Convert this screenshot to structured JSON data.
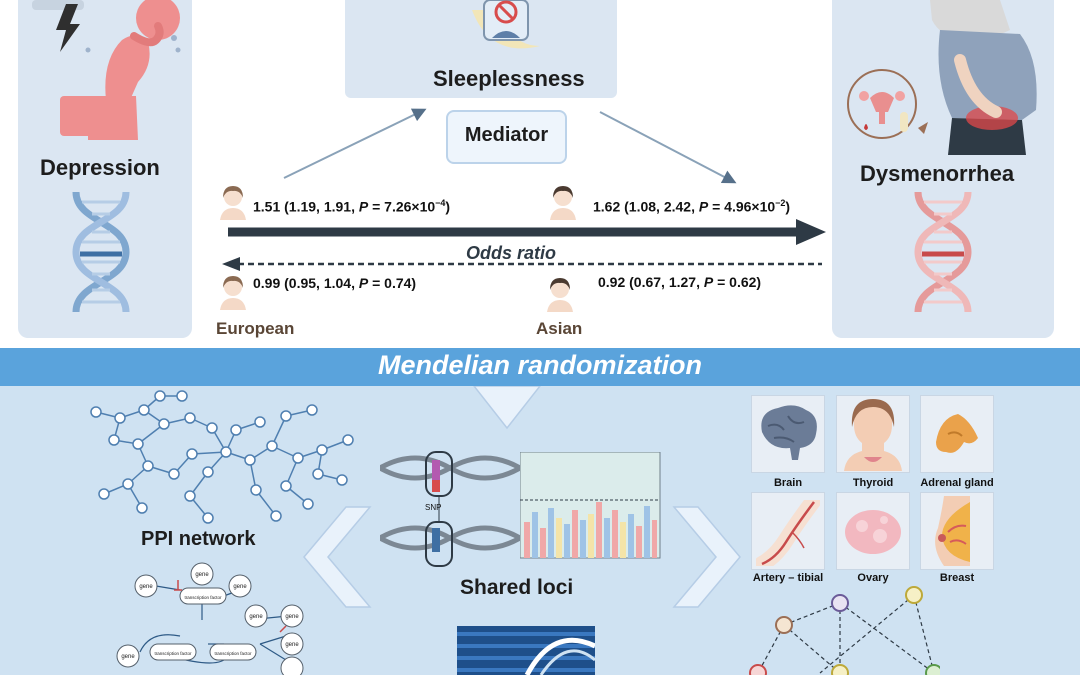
{
  "top": {
    "exposure_label": "Depression",
    "outcome_label": "Dysmenorrhea",
    "mediator_node_label": "Sleeplessness",
    "mediator_tag": "Mediator",
    "odds_ratio_label": "Odds ratio",
    "forward": {
      "european": {
        "prefix": "1.51 (1.19, 1.91, ",
        "p_letter": "P",
        "suffix": " = 7.26×10",
        "exp": "−4",
        "close": ")"
      },
      "asian": {
        "prefix": "1.62 (1.08, 2.42, ",
        "p_letter": "P",
        "suffix": " = 4.96×10",
        "exp": "−2",
        "close": ")"
      }
    },
    "reverse": {
      "european": {
        "prefix": "0.99 (0.95, 1.04, ",
        "p_letter": "P",
        "suffix": " = 0.74)"
      },
      "asian": {
        "prefix": "0.92 (0.67, 1.27, ",
        "p_letter": "P",
        "suffix": " = 0.62)"
      }
    },
    "population_european": "European",
    "population_asian": "Asian"
  },
  "banner": {
    "title": "Mendelian randomization"
  },
  "bottom": {
    "ppi_label": "PPI network",
    "shared_loci_label": "Shared loci",
    "snp_label": "SNP",
    "gene_label": "gene",
    "tf_label": "transcription factor",
    "tissues": [
      "Brain",
      "Thyroid",
      "Adrenal gland",
      "Artery – tibial",
      "Ovary",
      "Breast"
    ]
  },
  "colors": {
    "side_box": "#dbe6f2",
    "banner": "#5aa3dc",
    "bottom_bg": "#cfe2f2",
    "depression_figure": "#ee8f8f",
    "arrow_dark": "#2e3a45",
    "dna_blue": "#7fa7cf",
    "dna_red": "#e59a9a"
  }
}
